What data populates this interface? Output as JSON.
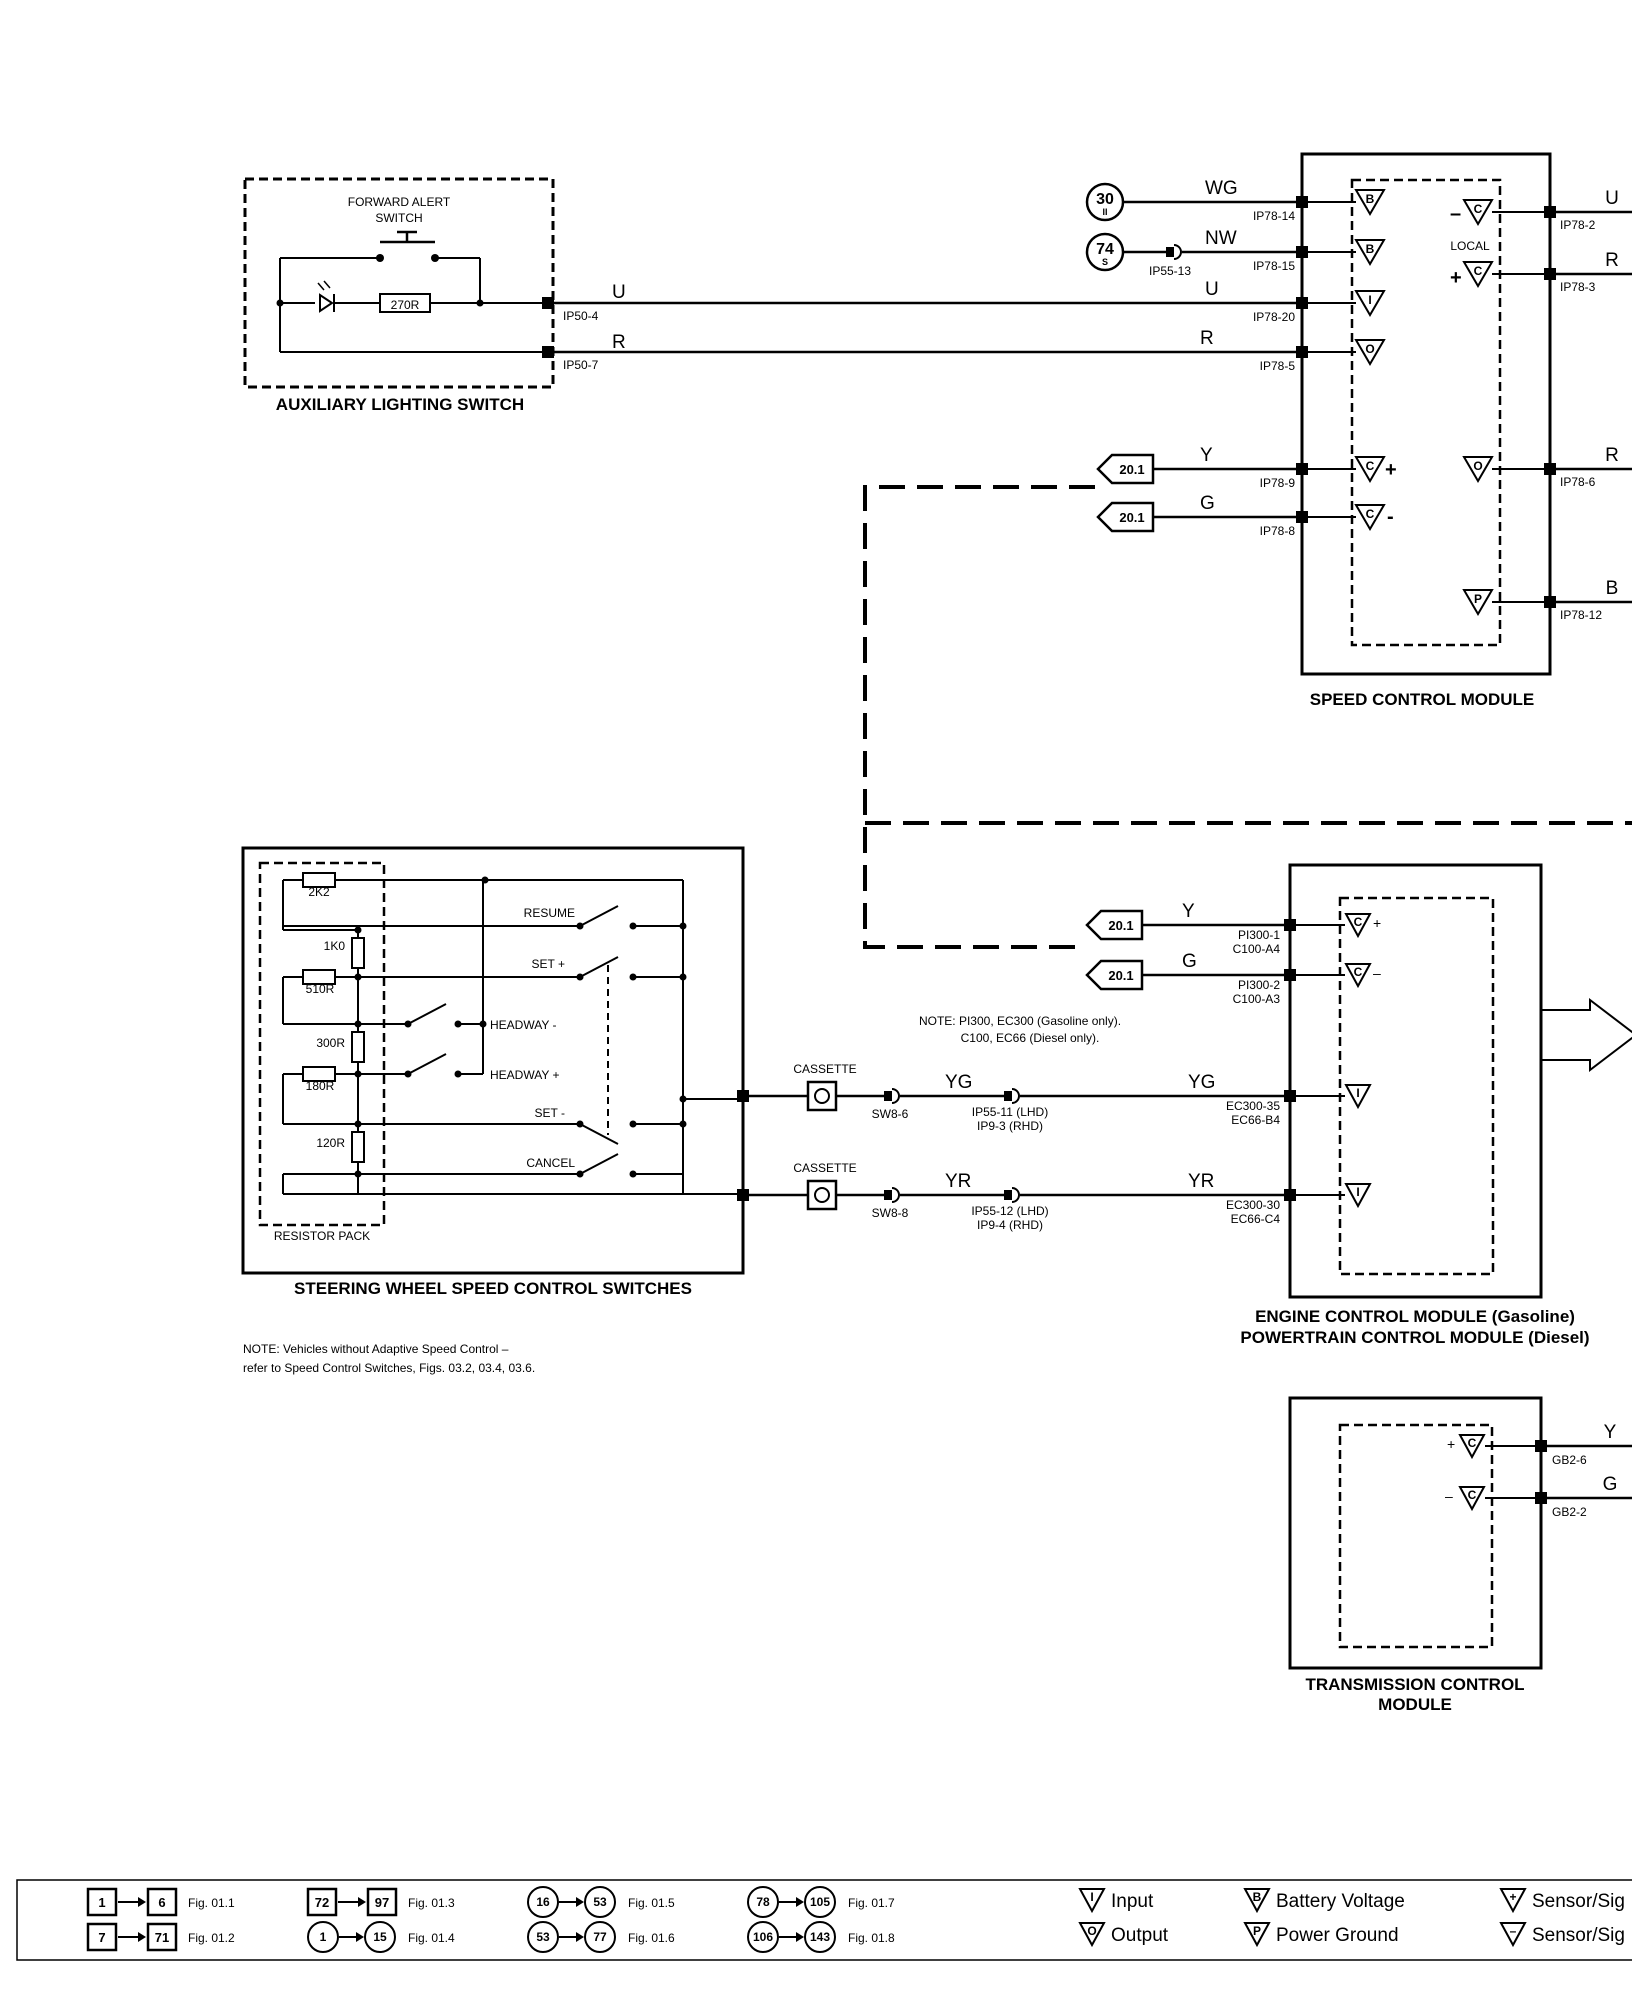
{
  "aux": {
    "title": "AUXILIARY LIGHTING SWITCH",
    "switch_label_1": "FORWARD ALERT",
    "switch_label_2": "SWITCH",
    "resistor": "270R",
    "pin_u": "IP50-4",
    "pin_r": "IP50-7"
  },
  "scm": {
    "title": "SPEED CONTROL MODULE",
    "local": "LOCAL",
    "pins_left": [
      "IP78-14",
      "IP78-15",
      "IP78-20",
      "IP78-5",
      "IP78-9",
      "IP78-8"
    ],
    "pins_right": [
      "IP78-2",
      "IP78-3",
      "IP78-6",
      "IP78-12"
    ],
    "ip55": "IP55-13",
    "in_wires": [
      "WG",
      "NW",
      "U",
      "R",
      "Y",
      "G"
    ],
    "out_wires": [
      "U",
      "R",
      "R",
      "B"
    ],
    "ref_30": "30",
    "ref_30_sub": "II",
    "ref_74": "74",
    "ref_74_sub": "S",
    "offpage": "20.1",
    "sym_labels": [
      "B",
      "B",
      "I",
      "O",
      "C",
      "C",
      "C",
      "C",
      "O",
      "P"
    ]
  },
  "wires": {
    "u": "U",
    "r": "R",
    "yg": "YG",
    "yr": "YR",
    "y": "Y",
    "g": "G"
  },
  "swsc": {
    "title": "STEERING WHEEL SPEED CONTROL SWITCHES",
    "resistor_pack": "RESISTOR PACK",
    "resistors": [
      "2K2",
      "1K0",
      "510R",
      "300R",
      "180R",
      "120R"
    ],
    "switches": [
      "RESUME",
      "SET +",
      "HEADWAY -",
      "HEADWAY +",
      "SET -",
      "CANCEL"
    ],
    "cassette": "CASSETTE",
    "sw_pins": [
      "SW8-6",
      "SW8-8"
    ],
    "ip55_11": "IP55-11 (LHD)",
    "ip9_3": "IP9-3 (RHD)",
    "ip55_12": "IP55-12 (LHD)",
    "ip9_4": "IP9-4 (RHD)"
  },
  "ecm": {
    "title_1": "ENGINE CONTROL MODULE (Gasoline)",
    "title_2": "POWERTRAIN CONTROL MODULE (Diesel)",
    "pins": [
      [
        "PI300-1",
        "C100-A4"
      ],
      [
        "PI300-2",
        "C100-A3"
      ],
      [
        "EC300-35",
        "EC66-B4"
      ],
      [
        "EC300-30",
        "EC66-C4"
      ]
    ]
  },
  "note_ecm_1": "NOTE: PI300, EC300 (Gasoline only).",
  "note_ecm_2": "C100, EC66 (Diesel only).",
  "note_1": "NOTE: Vehicles without Adaptive Speed Control –",
  "note_2": "refer to Speed Control Switches, Figs. 03.2, 03.4, 03.6.",
  "tcm": {
    "title_1": "TRANSMISSION CONTROL",
    "title_2": "MODULE",
    "pins": [
      "GB2-6",
      "GB2-2"
    ]
  },
  "legend": {
    "refs": [
      {
        "a": "1",
        "b": "6",
        "fig": "Fig. 01.1"
      },
      {
        "a": "7",
        "b": "71",
        "fig": "Fig. 01.2"
      },
      {
        "a": "72",
        "b": "97",
        "fig": "Fig. 01.3"
      },
      {
        "a": "1",
        "b": "15",
        "fig": "Fig. 01.4"
      },
      {
        "a": "16",
        "b": "53",
        "fig": "Fig. 01.5"
      },
      {
        "a": "53",
        "b": "77",
        "fig": "Fig. 01.6"
      },
      {
        "a": "78",
        "b": "105",
        "fig": "Fig. 01.7"
      },
      {
        "a": "106",
        "b": "143",
        "fig": "Fig. 01.8"
      }
    ],
    "input": "Input",
    "output": "Output",
    "battery": "Battery Voltage",
    "ground": "Power Ground",
    "sensor_plus": "Sensor/Sig",
    "sensor_minus": "Sensor/Sig",
    "sym_i": "I",
    "sym_o": "O",
    "sym_b": "B",
    "sym_p": "P",
    "sym_plus": "+",
    "sym_minus": "–"
  }
}
